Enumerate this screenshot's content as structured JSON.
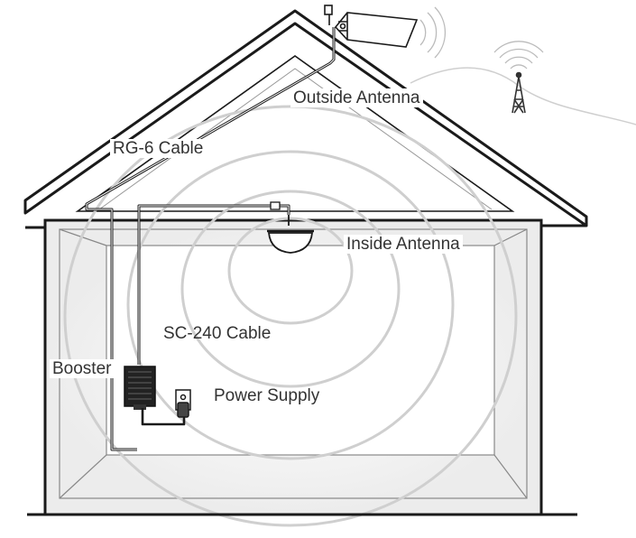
{
  "labels": {
    "outside_antenna": "Outside Antenna",
    "rg6_cable": "RG-6 Cable",
    "inside_antenna": "Inside Antenna",
    "sc240_cable": "SC-240 Cable",
    "booster": "Booster",
    "power_supply": "Power Supply"
  },
  "colors": {
    "outline": "#1a1a1a",
    "wall_fill": "#f4f4f4",
    "wave": "#c8c8c8",
    "text": "#333333"
  }
}
